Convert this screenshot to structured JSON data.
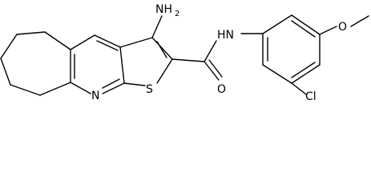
{
  "molecule": {
    "labels": {
      "amino": "NH",
      "amino_subscript": "2",
      "amide_nh": "HN",
      "amide_o": "O",
      "thiophene_s": "S",
      "pyridine_n": "N",
      "chloro": "Cl",
      "methoxy_o": "O"
    }
  }
}
